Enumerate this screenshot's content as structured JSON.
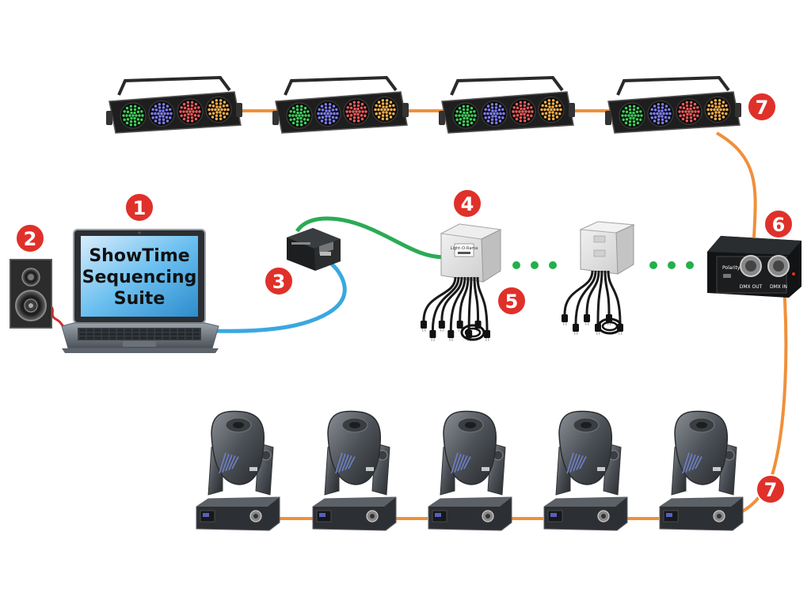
{
  "laptop": {
    "screen_lines": [
      "ShowTime",
      "Sequencing",
      "Suite"
    ]
  },
  "badges": [
    {
      "id": "b1",
      "label": "1"
    },
    {
      "id": "b2",
      "label": "2"
    },
    {
      "id": "b3",
      "label": "3"
    },
    {
      "id": "b4",
      "label": "4"
    },
    {
      "id": "b5",
      "label": "5"
    },
    {
      "id": "b6",
      "label": "6"
    },
    {
      "id": "b7a",
      "label": "7"
    },
    {
      "id": "b7b",
      "label": "7"
    }
  ],
  "controller": {
    "label": "Light-O-Rama"
  },
  "dmx_adapter": {
    "left_label": "DMX OUT",
    "right_label": "DMX IN",
    "polarity_label": "Polarity"
  },
  "colors": {
    "badge": "#e0302a",
    "cable_orange": "#f0903a",
    "cable_green": "#2aab55",
    "cable_blue": "#3aa8e0",
    "cable_red": "#d62a2a",
    "led_green": "#3ecf5a",
    "led_blue": "#7f7ef5",
    "led_red": "#f05a5a",
    "led_amber": "#f5b04a",
    "dots": "#22b04a"
  },
  "led_bars": {
    "count": 4,
    "led_colors": [
      "green",
      "blue",
      "red",
      "amber"
    ]
  },
  "moving_heads": {
    "count": 5
  }
}
